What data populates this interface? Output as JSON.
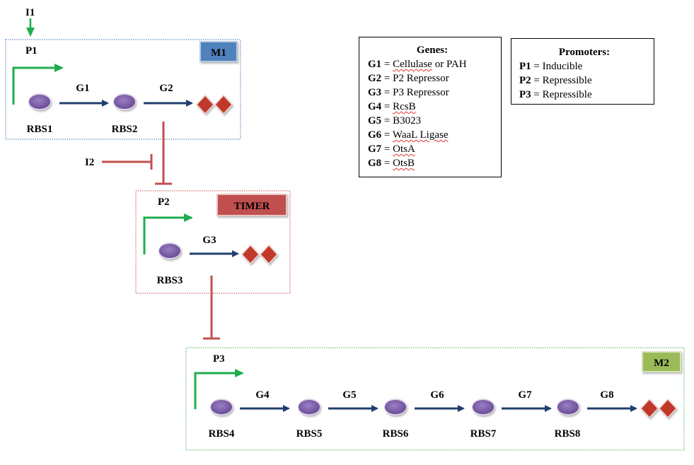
{
  "inducers": {
    "i1": "I1",
    "i2": "I2"
  },
  "modules": {
    "m1": {
      "tag": "M1",
      "tag_color": "#4f81bd",
      "promoter": "P1",
      "genes": [
        "G1",
        "G2"
      ],
      "rbs": [
        "RBS1",
        "RBS2"
      ]
    },
    "timer": {
      "tag": "TIMER",
      "tag_color": "#c0504d",
      "promoter": "P2",
      "genes": [
        "G3"
      ],
      "rbs": [
        "RBS3"
      ]
    },
    "m2": {
      "tag": "M2",
      "tag_color": "#9bbb59",
      "promoter": "P3",
      "genes": [
        "G4",
        "G5",
        "G6",
        "G7",
        "G8"
      ],
      "rbs": [
        "RBS4",
        "RBS5",
        "RBS6",
        "RBS7",
        "RBS8"
      ]
    }
  },
  "genes_legend": {
    "title": "Genes:",
    "items": [
      {
        "key": "G1",
        "value": "Cellulase",
        "value2": "or PAH"
      },
      {
        "key": "G2",
        "value": "P2 Repressor"
      },
      {
        "key": "G3",
        "value": "P3 Repressor"
      },
      {
        "key": "G4",
        "value": "RcsB"
      },
      {
        "key": "G5",
        "value": "B3023"
      },
      {
        "key": "G6",
        "value": "WaaL Ligase"
      },
      {
        "key": "G7",
        "value": "OtsA"
      },
      {
        "key": "G8",
        "value": "OtsB"
      }
    ]
  },
  "promoters_legend": {
    "title": "Promoters:",
    "items": [
      {
        "key": "P1",
        "value": "Inducible"
      },
      {
        "key": "P2",
        "value": "Repressible"
      },
      {
        "key": "P3",
        "value": "Repressible"
      }
    ]
  },
  "colors": {
    "promoter_arrow": "#1fad4f",
    "gene_arrow": "#1f3f6e",
    "repression": "#c0504d",
    "rbs": "#7f5fa8",
    "terminator": "#c0392b",
    "m1_border": "#3d6fb0",
    "timer_border": "#c0504d",
    "m2_border": "#4caf50"
  }
}
